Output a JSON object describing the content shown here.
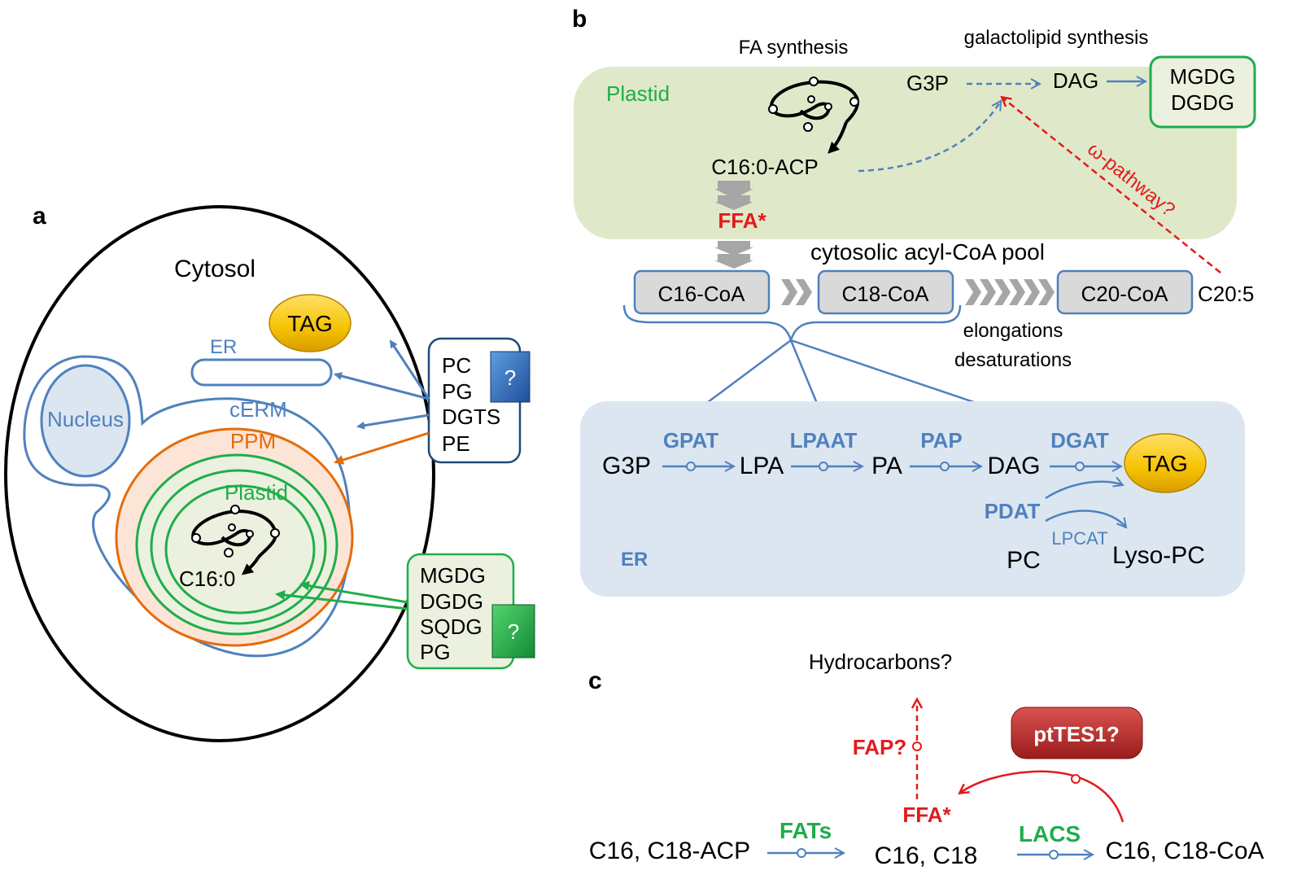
{
  "colors": {
    "blue": "#4f81bd",
    "green": "#1fad4b",
    "orange": "#e46c0a",
    "red": "#e31a1c",
    "black": "#000000",
    "plastid_fill": "#dfe9c9",
    "er_fill": "#dce6f1"
  },
  "panel_a": {
    "label": "a",
    "cytosol": "Cytosol",
    "tag": "TAG",
    "er": "ER",
    "nucleus": "Nucleus",
    "cerm": "cERM",
    "ppm": "PPM",
    "plastid": "Plastid",
    "c16": "C16:0",
    "box_blue": {
      "lines": [
        "PC",
        "PG",
        "DGTS",
        "PE"
      ],
      "badge": "?"
    },
    "box_green": {
      "lines": [
        "MGDG",
        "DGDG",
        "SQDG",
        "PG"
      ],
      "badge": "?"
    }
  },
  "panel_b": {
    "label": "b",
    "fa_synthesis": "FA synthesis",
    "galactolipid_synthesis": "galactolipid synthesis",
    "plastid": "Plastid",
    "g3p": "G3P",
    "dag": "DAG",
    "mgdg": "MGDG",
    "dgdg": "DGDG",
    "c16acp": "C16:0-ACP",
    "ffa": "FFA*",
    "omega": "ω-pathway?",
    "pool": "cytosolic acyl-CoA pool",
    "c16coa": "C16-CoA",
    "c18coa": "C18-CoA",
    "c20coa": "C20-CoA",
    "c205": "C20:5",
    "elongations": "elongations",
    "desaturations": "desaturations",
    "er": "ER",
    "er_g3p": "G3P",
    "lpa": "LPA",
    "pa": "PA",
    "er_dag": "DAG",
    "tag": "TAG",
    "gpat": "GPAT",
    "lpaat": "LPAAT",
    "pap": "PAP",
    "dgat": "DGAT",
    "pdat": "PDAT",
    "lpcat": "LPCAT",
    "pc": "PC",
    "lysopc": "Lyso-PC"
  },
  "panel_c": {
    "label": "c",
    "hydrocarbons": "Hydrocarbons?",
    "fap": "FAP?",
    "pttes1": "ptTES1?",
    "ffa": "FFA*",
    "acp": "C16, C18-ACP",
    "fats": "FATs",
    "c16c18": "C16, C18",
    "lacs": "LACS",
    "coa": "C16, C18-CoA"
  }
}
